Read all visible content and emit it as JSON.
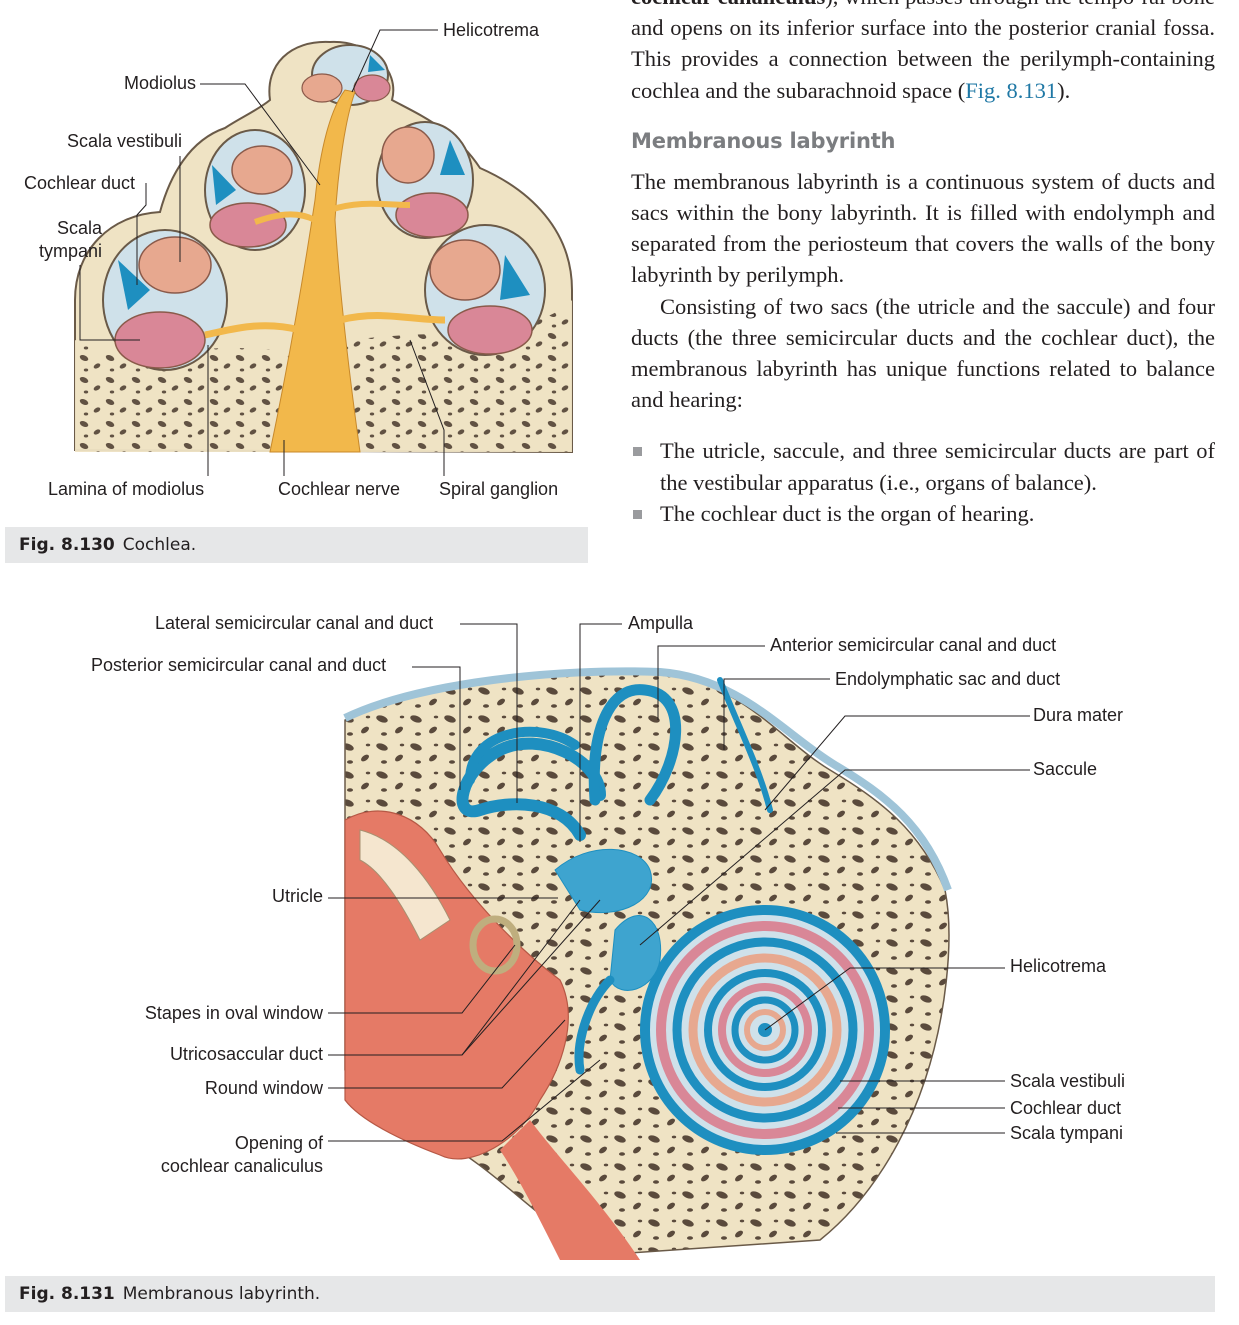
{
  "text": {
    "continuation_bold": "cochlear canaliculus",
    "continuation_rest": "), which passes through the tempo-ral bone and opens on its inferior surface into the posterior cranial fossa. This provides a connection between the perilymph-containing cochlea and the subarachnoid space (",
    "continuation_xref": "Fig. 8.131",
    "continuation_end": ").",
    "heading": "Membranous labyrinth",
    "para1": "The membranous labyrinth is a continuous system of ducts and sacs within the bony labyrinth. It is filled with endolymph and separated from the periosteum that covers the walls of the bony labyrinth by perilymph.",
    "para2": "Consisting of two sacs (the utricle and the saccule) and four ducts (the three semicircular ducts and the cochlear duct), the membranous labyrinth has unique functions related to balance and hearing:",
    "bullets": [
      "The utricle, saccule, and three semicircular ducts are part of the vestibular apparatus (i.e., organs of balance).",
      "The cochlear duct is the organ of hearing."
    ]
  },
  "fig130": {
    "number": "Fig. 8.130",
    "title": "Cochlea.",
    "labels": {
      "helicotrema": "Helicotrema",
      "modiolus": "Modiolus",
      "scala_vestibuli": "Scala vestibuli",
      "cochlear_duct": "Cochlear duct",
      "scala_tympani_1": "Scala",
      "scala_tympani_2": "tympani",
      "lamina": "Lamina of modiolus",
      "cochlear_nerve": "Cochlear nerve",
      "spiral_ganglion": "Spiral ganglion"
    }
  },
  "fig131": {
    "number": "Fig. 8.131",
    "title": "Membranous labyrinth.",
    "labels": {
      "lateral_canal": "Lateral semicircular canal and duct",
      "posterior_canal": "Posterior semicircular canal and duct",
      "ampulla": "Ampulla",
      "anterior_canal": "Anterior semicircular canal and duct",
      "endolymphatic": "Endolymphatic sac and duct",
      "dura": "Dura mater",
      "saccule": "Saccule",
      "utricle": "Utricle",
      "stapes": "Stapes in oval window",
      "utricosaccular": "Utricosaccular duct",
      "round_window": "Round window",
      "opening_1": "Opening of",
      "opening_2": "cochlear canaliculus",
      "helicotrema": "Helicotrema",
      "scala_vestibuli": "Scala vestibuli",
      "cochlear_duct": "Cochlear duct",
      "scala_tympani": "Scala tympani"
    }
  },
  "colors": {
    "bone": "#efe3c4",
    "bone_pore": "#5a4a3c",
    "perilymph": "#cfe1ea",
    "endolymph_duct": "#1e8fc0",
    "scala_vestibuli": "#e7a88f",
    "scala_tympani": "#d98797",
    "nerve": "#f2b84b",
    "caption_bg": "#e6e7e8",
    "xref": "#1f78a5"
  }
}
